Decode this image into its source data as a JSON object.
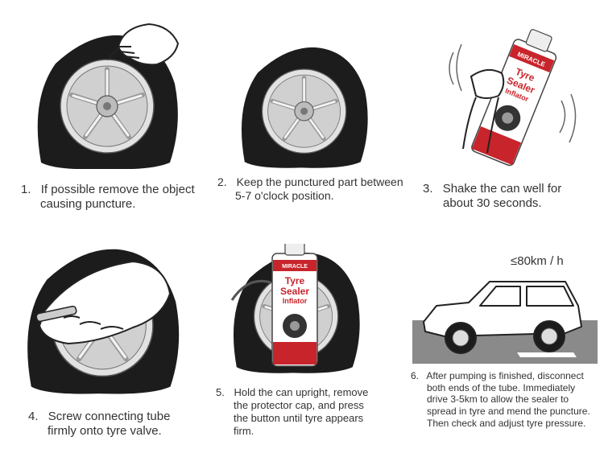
{
  "steps": [
    {
      "num": "1.",
      "line1": "If possible remove the object",
      "line2": "causing puncture."
    },
    {
      "num": "2.",
      "line1": "Keep the punctured part between",
      "line2": "5-7 o'clock position."
    },
    {
      "num": "3.",
      "line1": "Shake the can well for",
      "line2": "about 30 seconds."
    },
    {
      "num": "4.",
      "line1": "Screw connecting tube",
      "line2": "firmly onto tyre valve."
    },
    {
      "num": "5.",
      "line1": "Hold the can upright, remove",
      "line2": "the protector cap, and press",
      "line3": "the button until tyre appears",
      "line4": "firm."
    },
    {
      "num": "6.",
      "line1": "After pumping is finished, disconnect",
      "line2": "both ends of the tube. Immediately",
      "line3": "drive 3-5km to allow the sealer to",
      "line4": "spread in tyre and mend the puncture.",
      "line5": "Then check and adjust tyre pressure."
    }
  ],
  "speed_limit": "≤80km / h",
  "can": {
    "brand": "MIRACLE",
    "title1": "Tyre",
    "title2": "Sealer",
    "title3": "Inflator"
  },
  "colors": {
    "tyre": "#1c1c1c",
    "rim": "#d8d8d8",
    "can_red": "#c8242b",
    "road": "#8a8a8a"
  }
}
